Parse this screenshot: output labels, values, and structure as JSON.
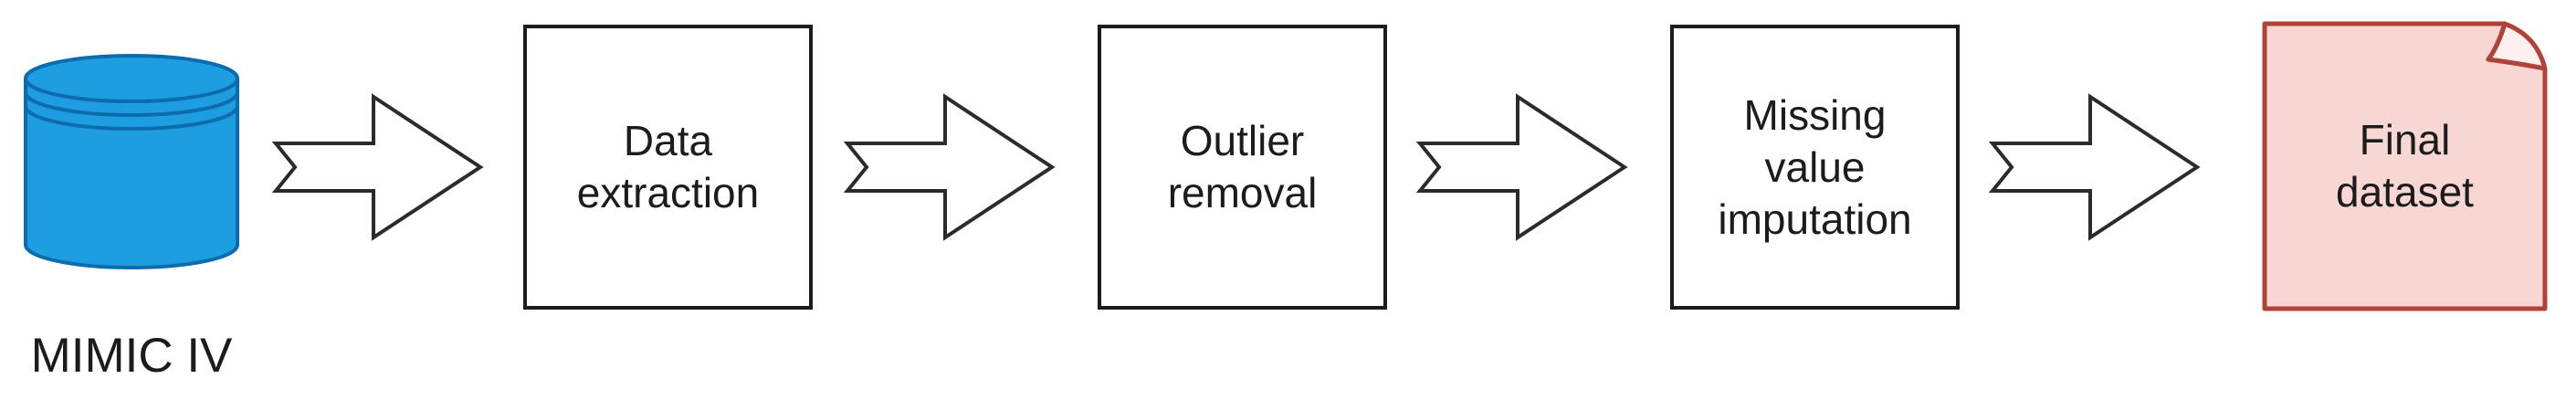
{
  "diagram": {
    "kind": "data-pipeline-flowchart",
    "background_color": "#ffffff",
    "source": {
      "label": "MIMIC IV",
      "shape": "database-cylinder",
      "fill": "#1e9de0",
      "stroke": "#0d6cae"
    },
    "steps": [
      {
        "id": "data-extraction",
        "label": "Data extraction",
        "lines": [
          "Data",
          "extraction"
        ],
        "fill": "#ffffff",
        "stroke": "#1c1c1c"
      },
      {
        "id": "outlier-removal",
        "label": "Outlier removal",
        "lines": [
          "Outlier",
          "removal"
        ],
        "fill": "#ffffff",
        "stroke": "#1c1c1c"
      },
      {
        "id": "missing-value-imputation",
        "label": "Missing value imputation",
        "lines": [
          "Missing",
          "value",
          "imputation"
        ],
        "fill": "#ffffff",
        "stroke": "#1c1c1c"
      }
    ],
    "output": {
      "label": "Final dataset",
      "lines": [
        "Final",
        "dataset"
      ],
      "shape": "note-with-folded-corner",
      "fill": "#f8d6d3",
      "flap_fill": "#fdf0ee",
      "stroke": "#b04238"
    },
    "connector": {
      "shape": "block-arrow-right-notched-tail",
      "fill": "#ffffff",
      "stroke": "#2b2b2b",
      "count": 4
    }
  }
}
